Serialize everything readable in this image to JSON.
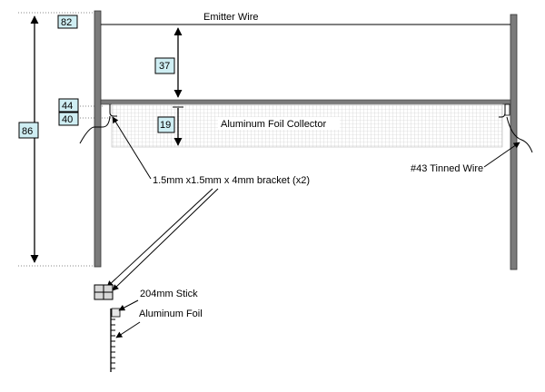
{
  "labels": {
    "emitter": "Emitter Wire",
    "collector": "Aluminum Foil Collector",
    "bracket": "1.5mm x1.5mm x 4mm bracket (x2)",
    "tinned_wire": "#43 Tinned Wire",
    "stick": "204mm Stick",
    "foil": "Aluminum Foil"
  },
  "dimensions": {
    "top_mark": "82",
    "gap": "37",
    "collector_top": "44",
    "collector_mid": "40",
    "collector_height": "19",
    "total": "86"
  },
  "colors": {
    "post": "#7b7b7b",
    "grid": "#c8c8c8",
    "dim_fill": "#cfeef3",
    "line": "#000000"
  }
}
